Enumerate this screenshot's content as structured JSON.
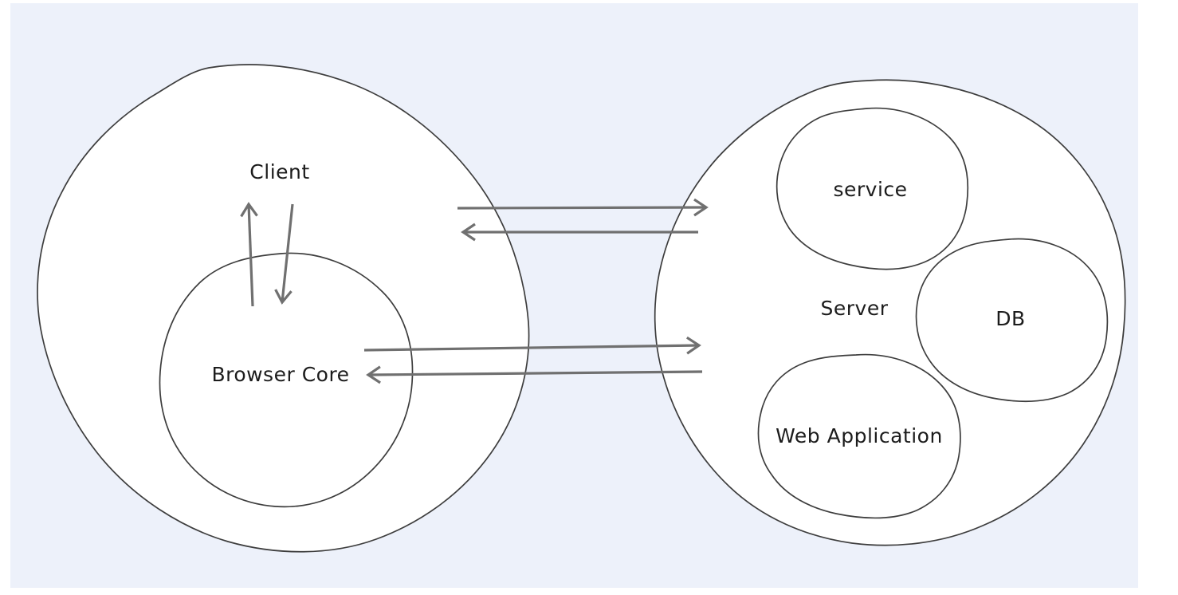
{
  "diagram": {
    "canvas_color": "#edf1fa",
    "shape_fill": "#ffffff",
    "outline_color": "#3d3d3d",
    "arrow_color": "#707070",
    "label_color": "#1c1c1c",
    "nodes": {
      "client": {
        "label": "Client"
      },
      "browser_core": {
        "label": "Browser Core"
      },
      "server": {
        "label": "Server"
      },
      "service": {
        "label": "service"
      },
      "db": {
        "label": "DB"
      },
      "web_application": {
        "label": "Web Application"
      }
    },
    "connections": [
      {
        "from": "Client",
        "to": "Server",
        "direction": "bidirectional",
        "arrow_count": 2
      },
      {
        "from": "Browser Core",
        "to": "Server",
        "direction": "bidirectional",
        "arrow_count": 2
      },
      {
        "from": "Client",
        "to": "Browser Core",
        "direction": "bidirectional",
        "arrow_count": 2
      }
    ]
  }
}
